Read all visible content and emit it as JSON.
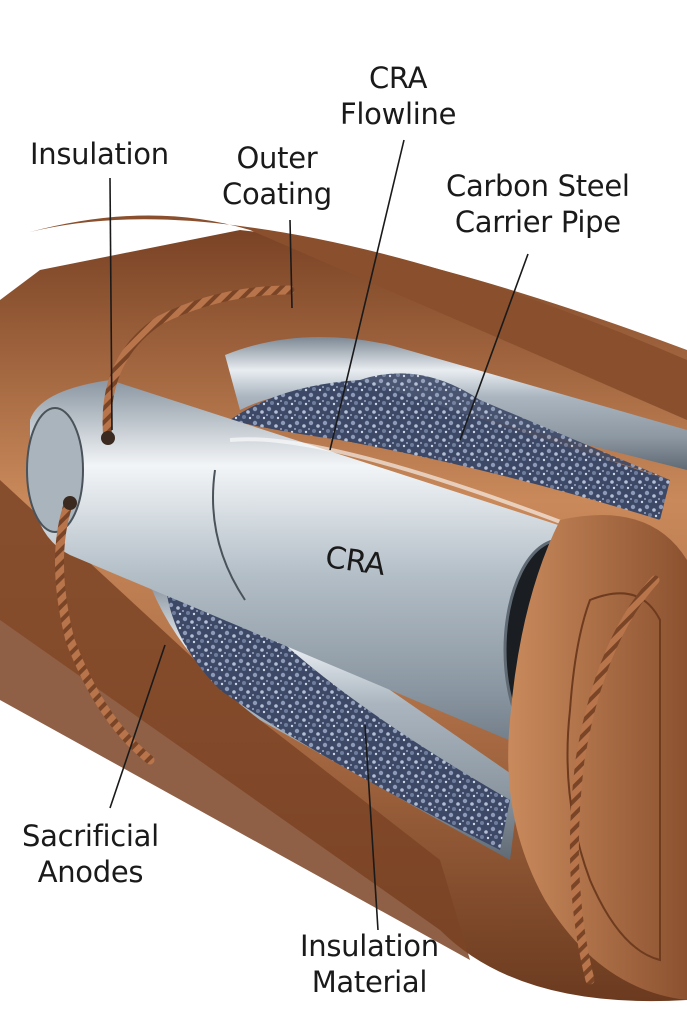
{
  "labels": {
    "insulation": "Insulation",
    "outer_coating": [
      "Outer",
      "Coating"
    ],
    "cra_flowline": [
      "CRA",
      "Flowline"
    ],
    "carbon_steel_carrier_pipe": [
      "Carbon Steel",
      "Carrier Pipe"
    ],
    "sacrificial_anodes": [
      "Sacrificial",
      "Anodes"
    ],
    "insulation_material": [
      "Insulation",
      "Material"
    ],
    "cra_center": "CRA"
  },
  "colors": {
    "outer_coating": "#a8683d",
    "outer_coating_light": "#d49a6a",
    "steel": "#b9c3cc",
    "steel_dark": "#6e7a86",
    "insulation_material": "#3d4a6a",
    "anode": "#b8744a"
  }
}
